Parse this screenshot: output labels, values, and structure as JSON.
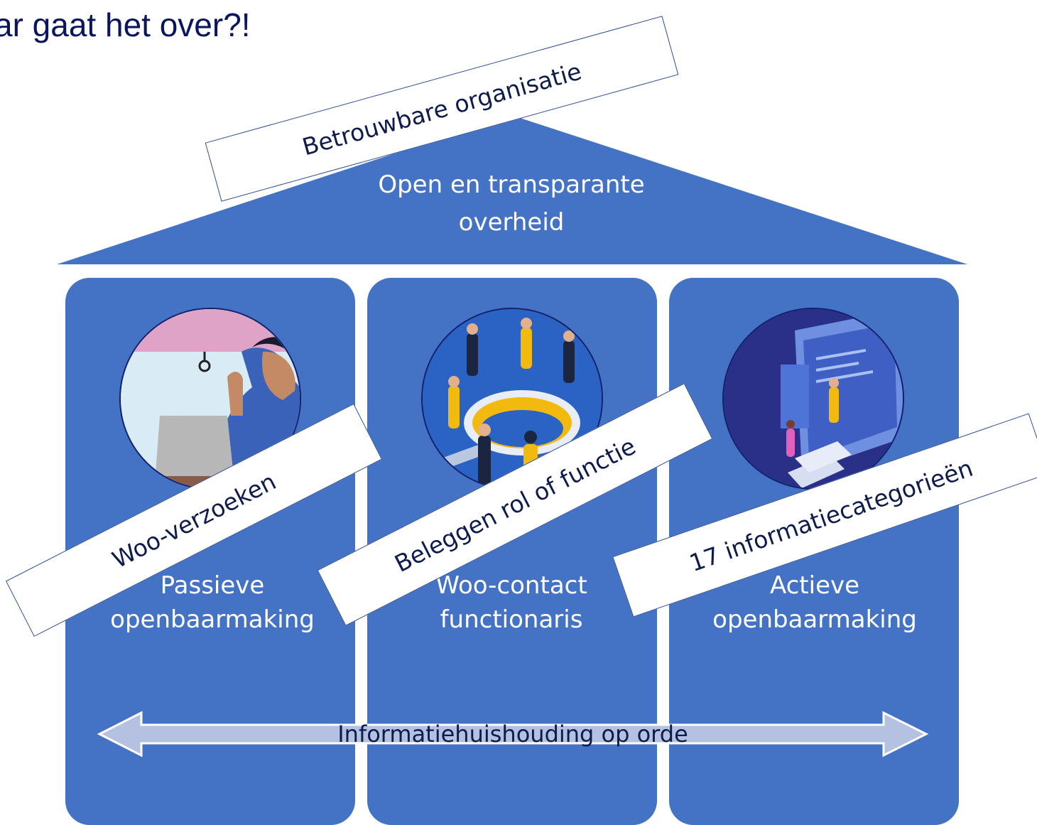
{
  "header": {
    "title": "ar gaat het over?!"
  },
  "roof": {
    "label": "Open en transparante overheid"
  },
  "banners": {
    "top": "Betrouwbare organisatie",
    "left": "Woo-verzoeken",
    "middle": "Beleggen rol of functie",
    "right": "17 informatiecategorieën"
  },
  "pillars": [
    {
      "label": "Passieve openbaarmaking",
      "icon": "person-with-laptop-illustration"
    },
    {
      "label": "Woo-contact functionaris",
      "icon": "people-around-magnifier-illustration"
    },
    {
      "label": "Actieve openbaarmaking",
      "icon": "people-at-screen-illustration"
    }
  ],
  "foundation_arrow": {
    "label": "Informatiehuishouding op orde"
  },
  "colors": {
    "house_blue": "#4472c4",
    "arrow_fill": "#b4c1e0",
    "title_navy": "#0a1560",
    "banner_text": "#0e1b4d"
  }
}
